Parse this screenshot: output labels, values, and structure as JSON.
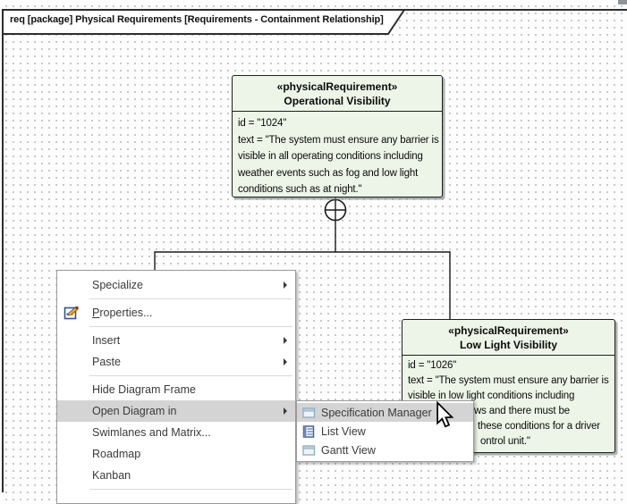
{
  "frame": {
    "title": "req [package] Physical Requirements [Requirements - Containment Relationship]"
  },
  "boxes": {
    "operational": {
      "stereotype": "«physicalRequirement»",
      "name": "Operational Visibility",
      "body": "id = \"1024\"\ntext = \"The system must ensure any barrier is\nvisible in all operating conditions including\nweather events such as fog and low light\nconditions such as at night.\""
    },
    "lowlight": {
      "stereotype": "«physicalRequirement»",
      "name": "Low Light Visibility",
      "body_top": "id = \"1026\"\ntext = \"The system must ensure any barrier is\nvisible in low light conditions including",
      "body_frag1": "ws and there must be",
      "body_frag2": "these conditions for a driver",
      "body_frag3": "ontrol unit.\""
    }
  },
  "context_menu": {
    "items": [
      {
        "label": "Specialize"
      },
      {
        "label": "Properties..."
      },
      {
        "label": "Insert"
      },
      {
        "label": "Paste"
      },
      {
        "label": "Hide Diagram Frame"
      },
      {
        "label": "Open Diagram in"
      },
      {
        "label": "Swimlanes and Matrix..."
      },
      {
        "label": "Roadmap"
      },
      {
        "label": "Kanban"
      }
    ]
  },
  "submenu": {
    "items": [
      {
        "label": "Specification Manager"
      },
      {
        "label": "List View"
      },
      {
        "label": "Gantt View"
      }
    ]
  },
  "colors": {
    "requirement_fill": "#ecf5e7",
    "menu_highlight": "#d4d4d4",
    "frame_line": "#2e2e2e"
  }
}
